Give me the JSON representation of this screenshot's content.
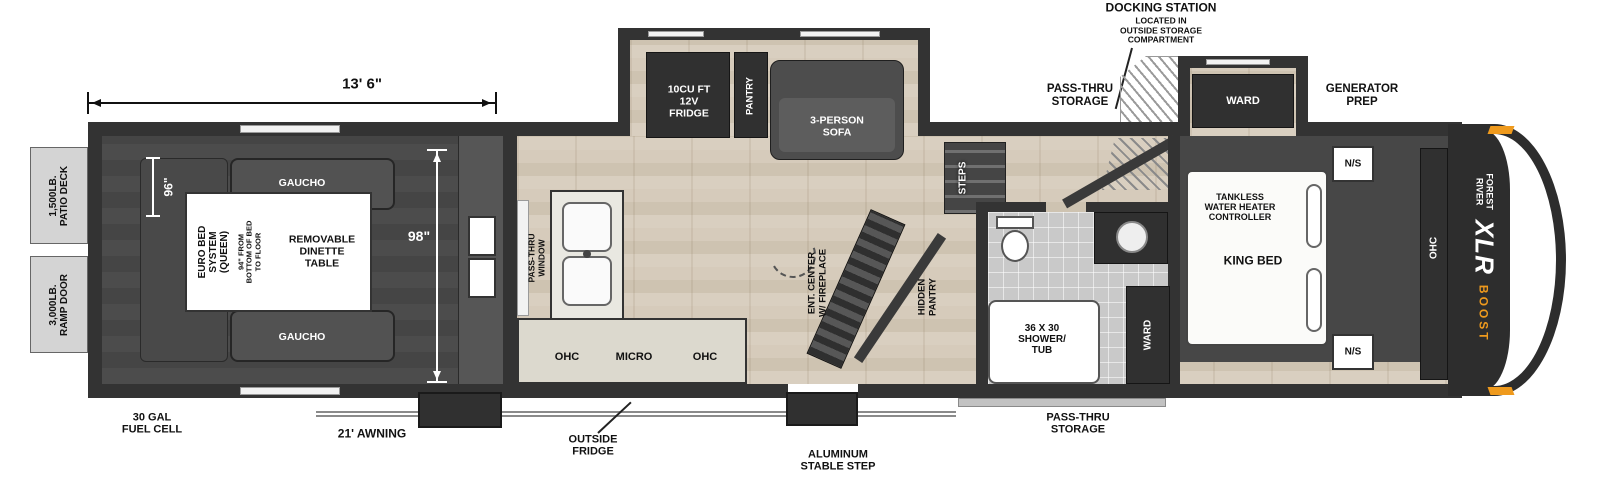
{
  "colors": {
    "wall": "#333333",
    "wood": "#d6cbbb",
    "garage_floor": "#4a4a4a",
    "accent_orange": "#ef9a1d"
  },
  "dims": {
    "length": "13' 6\"",
    "garage_width": "96\"",
    "garage_span": "98\""
  },
  "left": {
    "patio": "1,500LB.\nPATIO DECK",
    "ramp": "3,000LB.\nRAMP DOOR"
  },
  "garage": {
    "gaucho_top": "GAUCHO",
    "gaucho_bottom": "GAUCHO",
    "euro_bed": "EURO BED\nSYSTEM\n(QUEEN)",
    "bed_height": "94\" FROM\nBOTTOM OF BED\nTO FLOOR",
    "dinette": "REMOVABLE\nDINETTE\nTABLE"
  },
  "kitchen": {
    "fridge": "10CU FT\n12V\nFRIDGE",
    "pantry": "PANTRY",
    "sofa": "3-PERSON\nSOFA",
    "steps": "STEPS",
    "pass_thru_window": "PASS-THRU\nWINDOW",
    "ohc_left": "OHC",
    "micro": "MICRO",
    "ohc_right": "OHC",
    "ent_center": "ENT. CENTER\nW/ FIREPLACE",
    "hidden_pantry": "HIDDEN\nPANTRY"
  },
  "bath": {
    "shower": "36 X 30\nSHOWER/\nTUB",
    "ward": "WARD"
  },
  "bedroom": {
    "king_bed": "KING BED",
    "tankless": "TANKLESS\nWATER HEATER\nCONTROLLER",
    "ns_top": "N/S",
    "ns_bottom": "N/S",
    "ohc": "OHC",
    "ward": "WARD",
    "generator_prep": "GENERATOR\nPREP"
  },
  "exterior": {
    "docking_title": "DOCKING STATION",
    "docking_sub": "LOCATED IN\nOUTSIDE STORAGE\nCOMPARTMENT",
    "pass_thru_top": "PASS-THRU\nSTORAGE",
    "pass_thru_bottom": "PASS-THRU\nSTORAGE",
    "fuel_cell": "30 GAL\nFUEL CELL",
    "awning": "21' AWNING",
    "outside_fridge": "OUTSIDE\nFRIDGE",
    "stable_step": "ALUMINUM\nSTABLE STEP"
  },
  "brand": {
    "name": "FOREST\nRIVER",
    "model": "XLR",
    "trim": "BOOST"
  }
}
